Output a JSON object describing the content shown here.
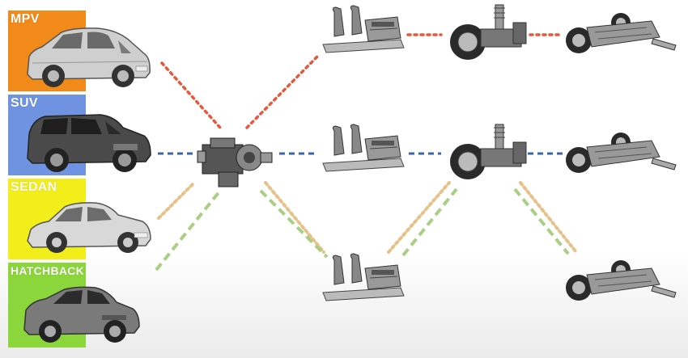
{
  "vehicle_types": [
    {
      "id": "mpv",
      "label": "MPV",
      "color": "#f28a1a"
    },
    {
      "id": "suv",
      "label": "SUV",
      "color": "#6f93e0"
    },
    {
      "id": "sedan",
      "label": "SEDAN",
      "color": "#f2ee1a"
    },
    {
      "id": "hatchback",
      "label": "HATCHBACK",
      "color": "#8bd63a"
    }
  ],
  "line_colors": {
    "mpv": "#e8573a",
    "suv": "#3e64a8",
    "sedan": "#e6c28a",
    "hatchback": "#a9cf84"
  },
  "icons": [
    "car-mpv-icon",
    "car-suv-icon",
    "car-sedan-icon",
    "car-hatchback-icon",
    "engine-module-icon",
    "cockpit-seat-module-icon",
    "front-axle-module-icon",
    "rear-underbody-module-icon"
  ]
}
